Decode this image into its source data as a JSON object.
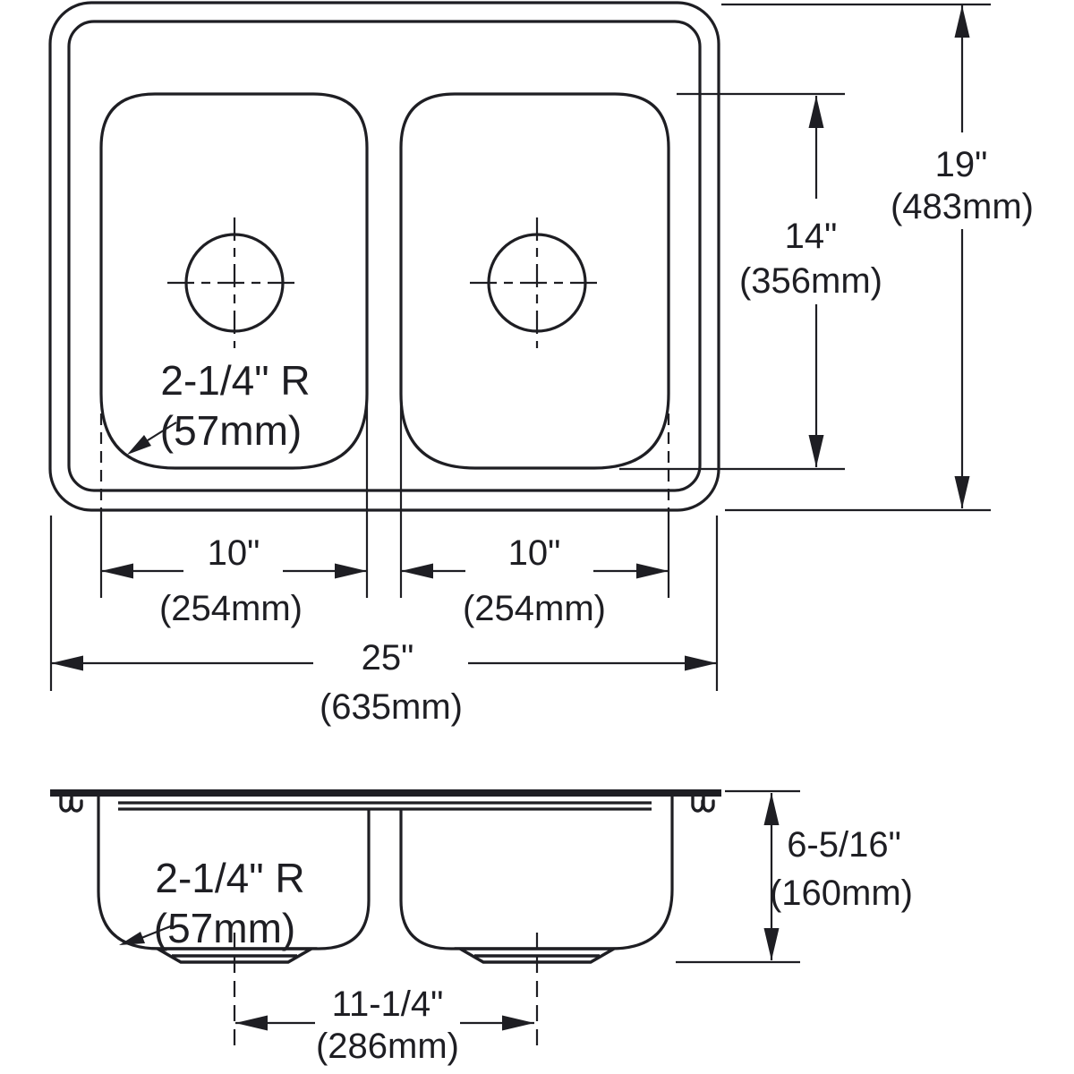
{
  "ink_color": "#1e1e23",
  "top_view": {
    "corner_radius": {
      "inches": "2-1/4\" R",
      "mm": "(57mm)"
    },
    "left_bowl_width": {
      "inches": "10\"",
      "mm": "(254mm)"
    },
    "right_bowl_width": {
      "inches": "10\"",
      "mm": "(254mm)"
    },
    "overall_width": {
      "inches": "25\"",
      "mm": "(635mm)"
    },
    "bowl_front_to_back": {
      "inches": "14\"",
      "mm": "(356mm)"
    },
    "overall_front_to_back": {
      "inches": "19\"",
      "mm": "(483mm)"
    }
  },
  "section_view": {
    "corner_radius": {
      "inches": "2-1/4\" R",
      "mm": "(57mm)"
    },
    "depth": {
      "inches": "6-5/16\"",
      "mm": "(160mm)"
    },
    "drain_spacing": {
      "inches": "11-1/4\"",
      "mm": "(286mm)"
    }
  }
}
